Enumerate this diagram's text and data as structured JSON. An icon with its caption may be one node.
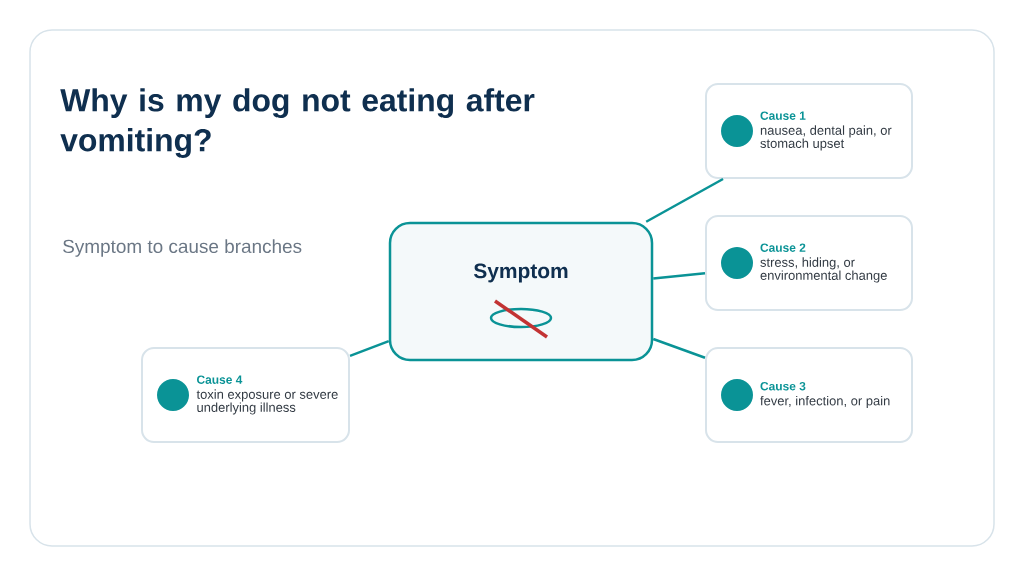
{
  "diagram": {
    "title": "Why is my dog not eating after vomiting?",
    "nodes": [
      {
        "text": [
          "Symptom"
        ]
      },
      {
        "text": [
          "Cause 1",
          "nausea, dental pain, or stomach upset"
        ]
      },
      {
        "text": [
          "Cause 2",
          "stress, hiding, or environmental change"
        ]
      },
      {
        "text": [
          "Cause 3",
          "fever, infection, or pain"
        ]
      },
      {
        "text": [
          "Cause 4",
          "toxin exposure or severe underlying illness"
        ]
      }
    ],
    "edges": [
      {
        "from": 0,
        "to": 1,
        "arrow": "none"
      },
      {
        "from": 0,
        "to": 2,
        "arrow": "none"
      },
      {
        "from": 0,
        "to": 3,
        "arrow": "none"
      },
      {
        "from": 0,
        "to": 4,
        "arrow": "none"
      }
    ],
    "labels": [
      "Symptom to cause branches"
    ]
  }
}
